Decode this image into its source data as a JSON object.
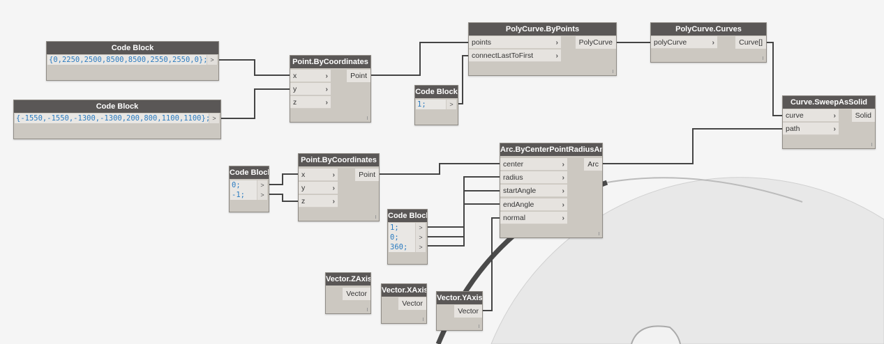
{
  "nodes": {
    "cb1": {
      "title": "Code Block",
      "lines": [
        "{0,2250,2500,8500,8500,2550,2550,0};"
      ]
    },
    "cb2": {
      "title": "Code Block",
      "lines": [
        "{-1550,-1550,-1300,-1300,200,800,1100,1100};"
      ]
    },
    "pbc1": {
      "title": "Point.ByCoordinates",
      "inputs": [
        "x",
        "y",
        "z"
      ],
      "output": "Point"
    },
    "cb3": {
      "title": "Code Block",
      "lines": [
        "1;"
      ]
    },
    "pcbp": {
      "title": "PolyCurve.ByPoints",
      "inputs": [
        "points",
        "connectLastToFirst"
      ],
      "output": "PolyCurve"
    },
    "pcc": {
      "title": "PolyCurve.Curves",
      "inputs": [
        "polyCurve"
      ],
      "output": "Curve[]"
    },
    "sweep": {
      "title": "Curve.SweepAsSolid",
      "inputs": [
        "curve",
        "path"
      ],
      "output": "Solid"
    },
    "cb4": {
      "title": "Code Block",
      "lines": [
        "0;",
        "-1;"
      ]
    },
    "pbc2": {
      "title": "Point.ByCoordinates",
      "inputs": [
        "x",
        "y",
        "z"
      ],
      "output": "Point"
    },
    "arc": {
      "title": "Arc.ByCenterPointRadiusAngle",
      "inputs": [
        "center",
        "radius",
        "startAngle",
        "endAngle",
        "normal"
      ],
      "output": "Arc"
    },
    "cb5": {
      "title": "Code Block",
      "lines": [
        "1;",
        "0;",
        "360;"
      ]
    },
    "vz": {
      "title": "Vector.ZAxis",
      "output": "Vector"
    },
    "vx": {
      "title": "Vector.XAxis",
      "output": "Vector"
    },
    "vy": {
      "title": "Vector.YAxis",
      "output": "Vector"
    }
  },
  "gt": ">",
  "chev": "›"
}
